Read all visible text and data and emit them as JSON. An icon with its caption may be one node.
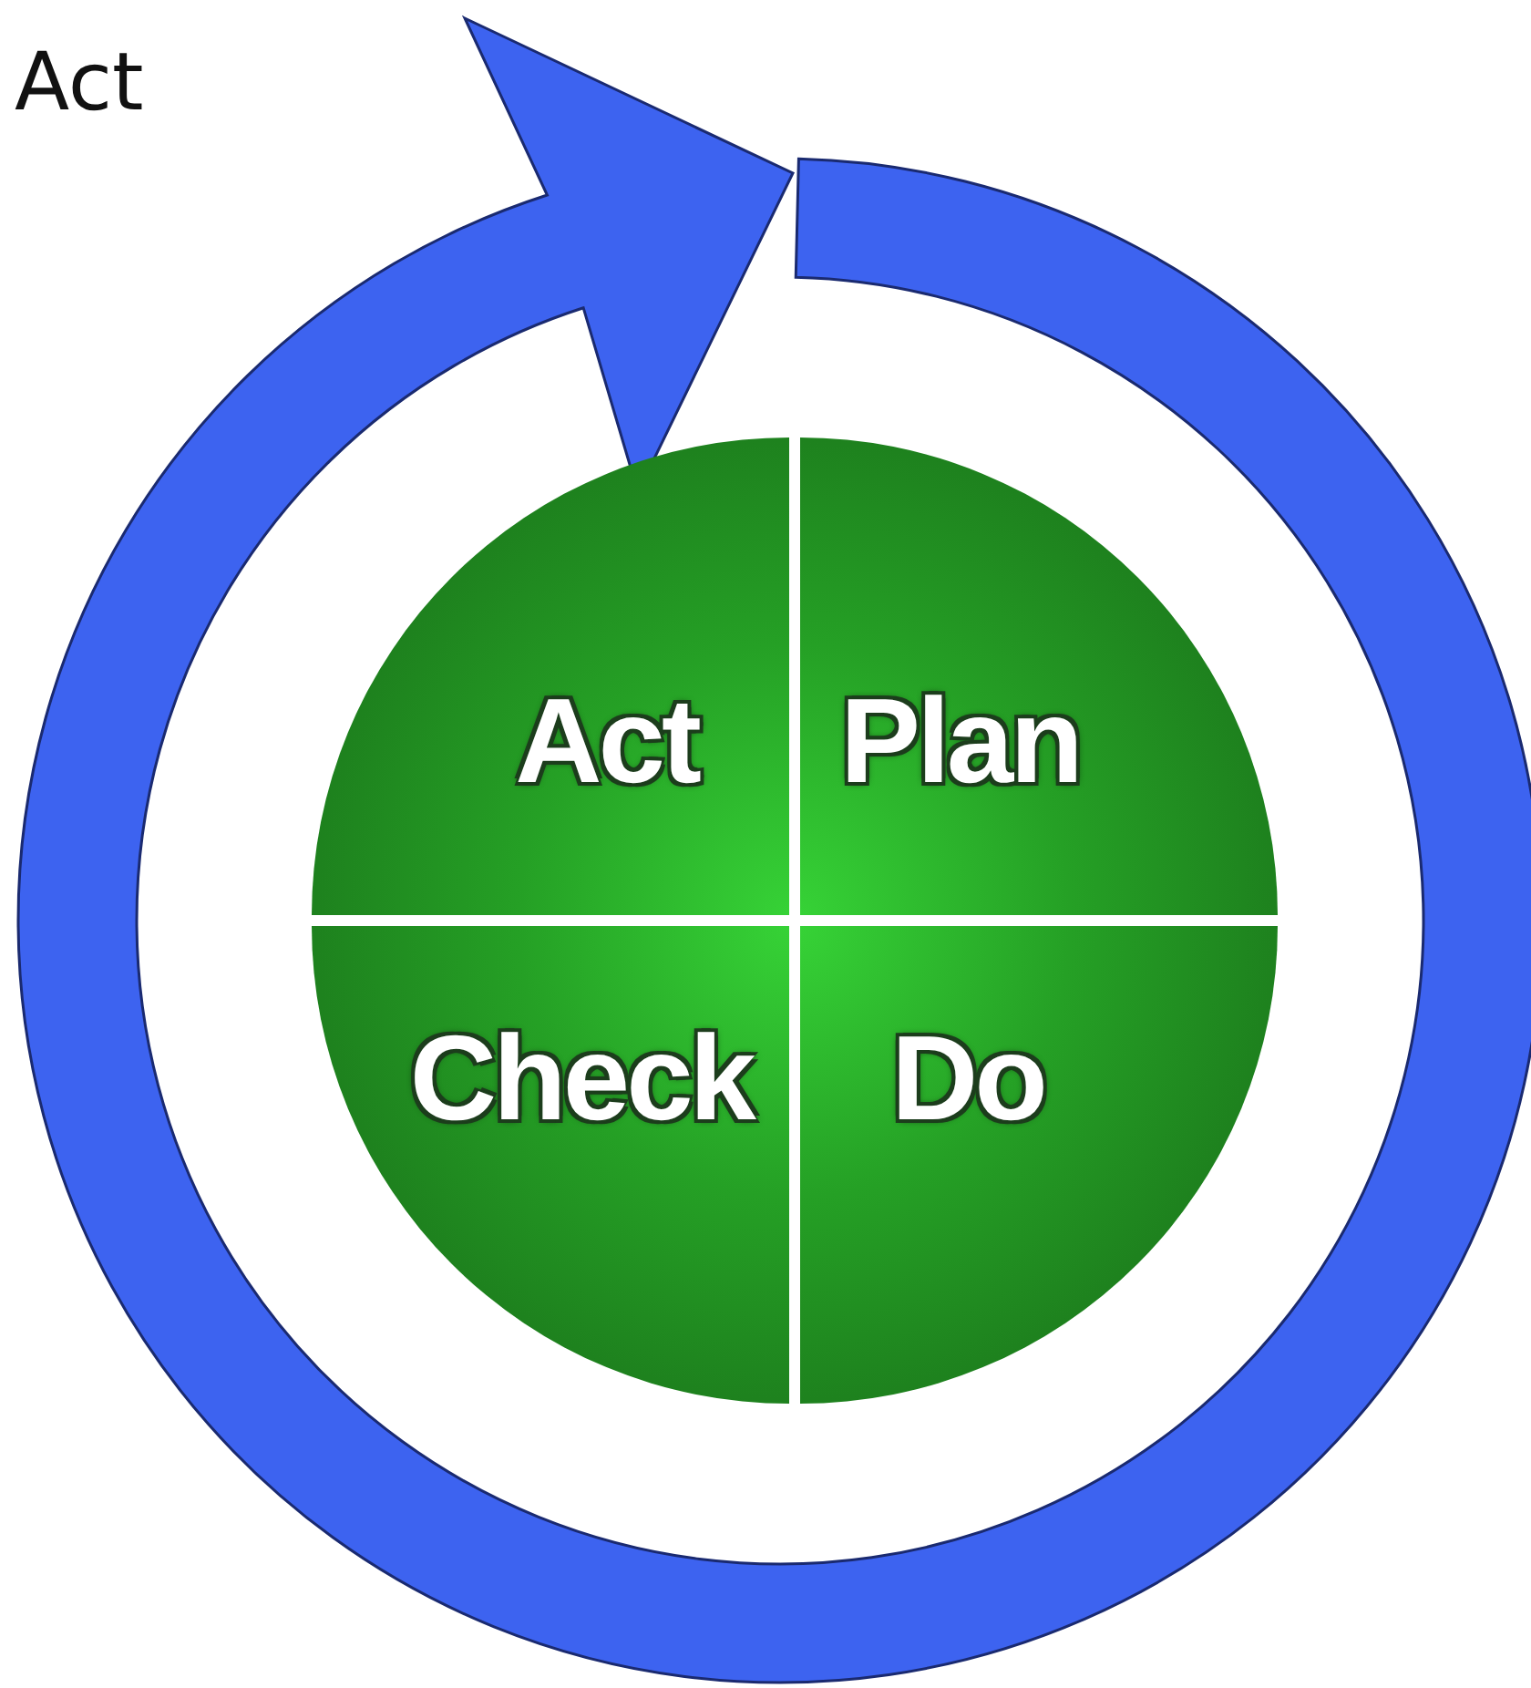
{
  "diagram": {
    "nodes": [
      {
        "text": [
          "Act"
        ]
      },
      {
        "text": [
          "Plan"
        ]
      },
      {
        "text": [
          "Check"
        ]
      },
      {
        "text": [
          "Do"
        ]
      }
    ],
    "labels": [
      "Act"
    ]
  }
}
